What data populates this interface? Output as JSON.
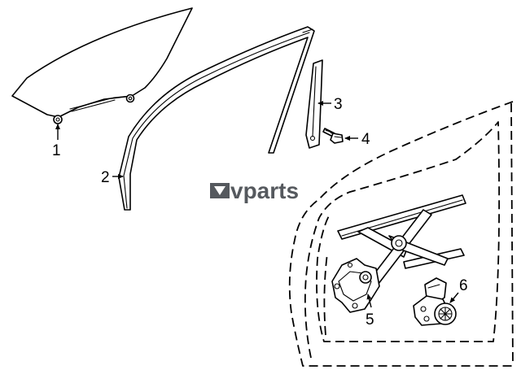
{
  "callouts": {
    "c1": "1",
    "c2": "2",
    "c3": "3",
    "c4": "4",
    "c5": "5",
    "c6": "6"
  },
  "watermark": {
    "text": "vparts",
    "color": "#55595e"
  },
  "icons": [
    "door-glass-icon",
    "glass-run-channel-icon",
    "rear-channel-icon",
    "bolt-icon",
    "window-regulator-icon",
    "window-motor-icon",
    "door-outline-icon"
  ]
}
